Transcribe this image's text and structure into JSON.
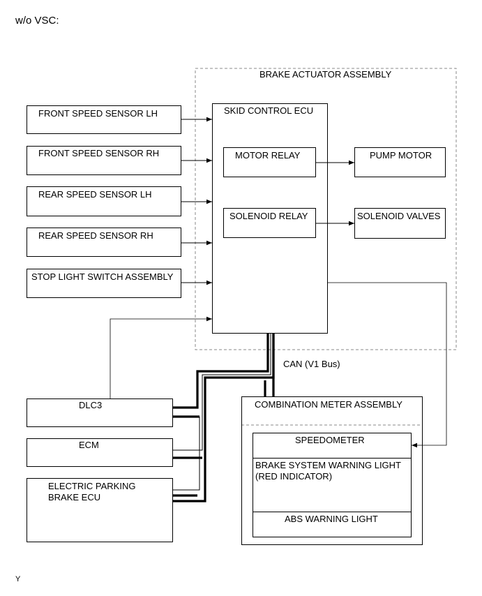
{
  "header": {
    "variant_label": "w/o VSC:"
  },
  "brake_actuator_assembly": {
    "title": "BRAKE ACTUATOR ASSEMBLY",
    "skid_control_ecu": {
      "label": "SKID CONTROL ECU",
      "motor_relay": "MOTOR RELAY",
      "solenoid_relay": "SOLENOID RELAY"
    }
  },
  "inputs": [
    {
      "label": "FRONT SPEED SENSOR LH"
    },
    {
      "label": "FRONT SPEED SENSOR RH"
    },
    {
      "label": "REAR SPEED SENSOR LH"
    },
    {
      "label": "REAR SPEED SENSOR RH"
    },
    {
      "label": "STOP LIGHT SWITCH ASSEMBLY"
    }
  ],
  "outputs": {
    "pump_motor": "PUMP MOTOR",
    "solenoid_valves": "SOLENOID VALVES"
  },
  "can_bus_label": "CAN (V1 Bus)",
  "can_nodes": {
    "dlc3": "DLC3",
    "ecm": "ECM",
    "epb_line1": "ELECTRIC PARKING",
    "epb_line2": "BRAKE ECU"
  },
  "combination_meter": {
    "title": "COMBINATION METER ASSEMBLY",
    "speedometer": "SPEEDOMETER",
    "brake_warning_line1": "BRAKE SYSTEM WARNING LIGHT",
    "brake_warning_line2": "(RED INDICATOR)",
    "abs_warning": "ABS WARNING LIGHT"
  },
  "footer": {
    "code": "Y"
  }
}
